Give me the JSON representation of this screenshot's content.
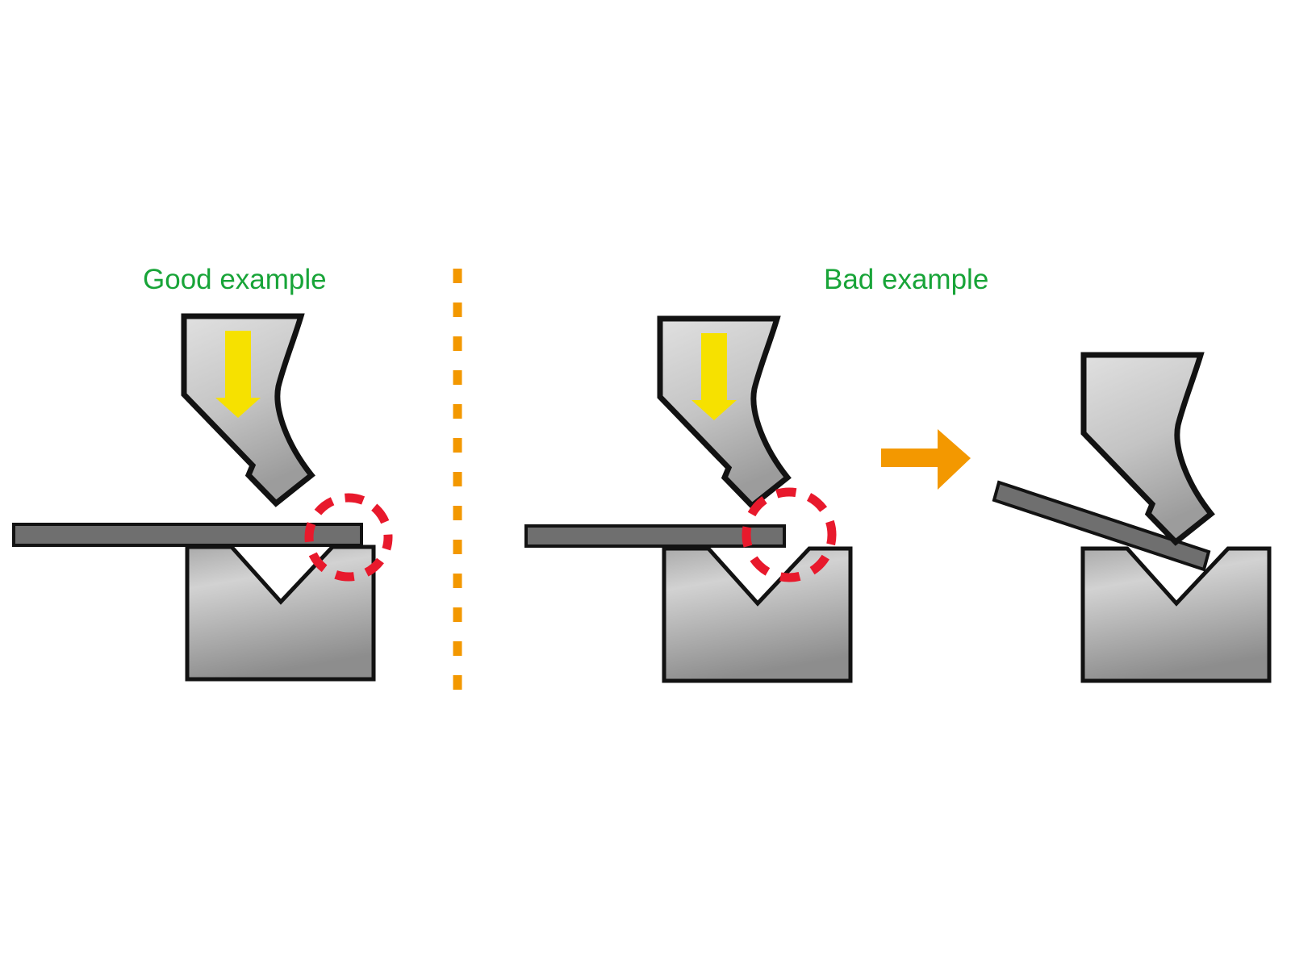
{
  "diagram": {
    "title": "Press brake bending flange width comparison",
    "good_panel": {
      "label": "Good example",
      "description": "Sheet edge extends beyond the die V-groove shoulder",
      "parts": [
        "gooseneck-punch",
        "press-direction-arrow",
        "sheet-metal",
        "v-die",
        "edge-highlight-circle"
      ]
    },
    "bad_panel": {
      "label": "Bad example",
      "description": "Sheet edge ends over the die V-groove opening",
      "parts": [
        "gooseneck-punch",
        "press-direction-arrow",
        "sheet-metal",
        "v-die",
        "edge-highlight-circle"
      ]
    },
    "result_panel": {
      "description": "Sheet slips and tilts into the V-groove",
      "parts": [
        "gooseneck-punch",
        "tilted-sheet-metal",
        "v-die"
      ]
    }
  },
  "icons": {
    "press_direction": "down-arrow-icon",
    "result": "right-arrow-icon",
    "divider": "vertical-dashed-line",
    "highlight": "red-dashed-circle"
  },
  "colors": {
    "label_green": "#18a438",
    "accent_orange": "#f39800",
    "highlight_red": "#e8192c",
    "arrow_yellow": "#f6e100",
    "sheet_gray": "#6f6f6f",
    "tool_light": "#dedede",
    "tool_dark": "#9c9c9c",
    "outline_black": "#121212"
  }
}
